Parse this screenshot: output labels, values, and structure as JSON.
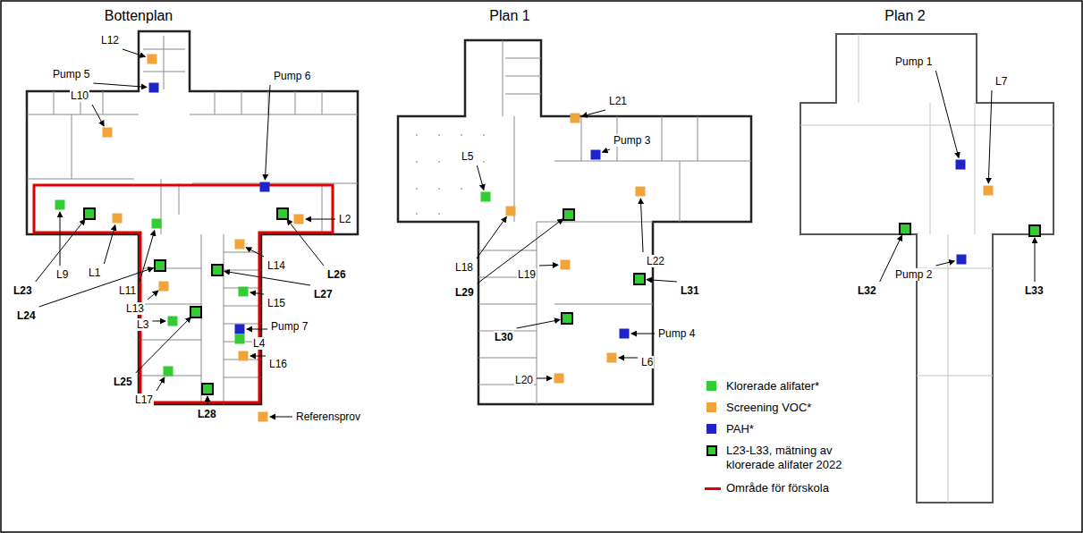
{
  "diagram": {
    "labels": [
      "Bottenplan",
      "Plan 1",
      "Plan 2",
      "L12",
      "Pump 5",
      "L10",
      "Pump 6",
      "L9",
      "L23",
      "L1",
      "L11",
      "L24",
      "L13",
      "L3",
      "L25",
      "L17",
      "L28",
      "L26",
      "L2",
      "L14",
      "L27",
      "L15",
      "Pump 7",
      "L4",
      "L16",
      "Referensprov",
      "L21",
      "Pump 3",
      "L5",
      "L18",
      "L22",
      "L29",
      "L19",
      "L31",
      "L30",
      "Pump 4",
      "L6",
      "L20",
      "Pump 1",
      "L7",
      "L32",
      "L33",
      "Pump 2"
    ],
    "legend": [
      {
        "text": "Klorerade alifater*",
        "color": "#33cc33"
      },
      {
        "text": "Screening VOC*",
        "color": "#f2a33a"
      },
      {
        "text": "PAH*",
        "color": "#1f24c8"
      },
      {
        "text": "L23-L33, mätning av klorerade alifater 2022"
      },
      {
        "text": "Område för förskola"
      }
    ]
  }
}
